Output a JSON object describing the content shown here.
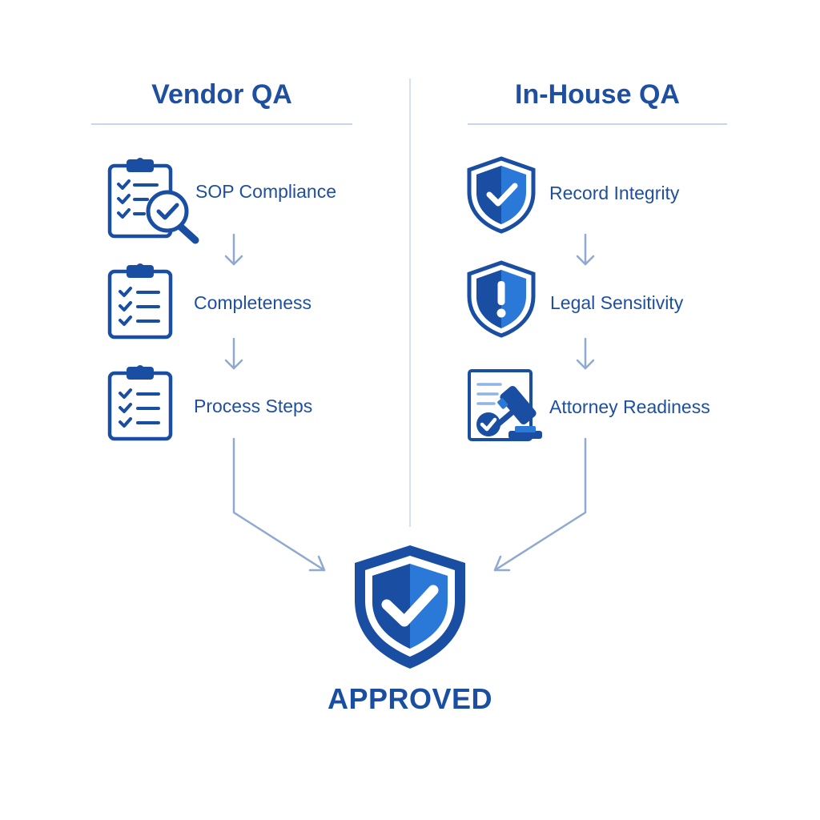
{
  "colors": {
    "primary": "#1a4ea3",
    "accent": "#2a78d8",
    "connector": "#8fa9d0",
    "rule": "#c9d6ea"
  },
  "left_column": {
    "heading": "Vendor QA",
    "steps": [
      {
        "label": "SOP Compliance",
        "icon": "clipboard-magnifier-icon"
      },
      {
        "label": "Completeness",
        "icon": "clipboard-checklist-icon"
      },
      {
        "label": "Process Steps",
        "icon": "clipboard-checklist-icon"
      }
    ]
  },
  "right_column": {
    "heading": "In-House QA",
    "steps": [
      {
        "label": "Record Integrity",
        "icon": "shield-check-icon"
      },
      {
        "label": "Legal Sensitivity",
        "icon": "shield-exclamation-icon"
      },
      {
        "label": "Attorney Readiness",
        "icon": "gavel-document-icon"
      }
    ]
  },
  "result": {
    "label": "APPROVED",
    "icon": "shield-check-icon"
  }
}
